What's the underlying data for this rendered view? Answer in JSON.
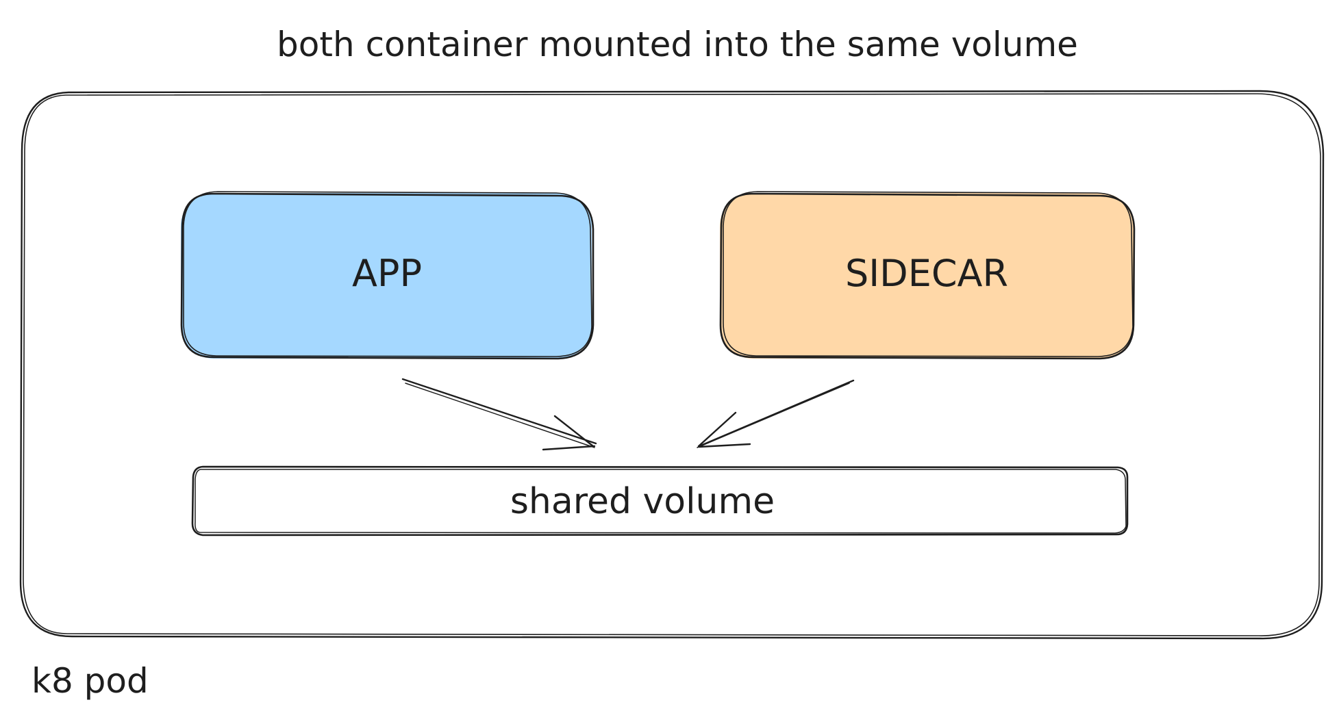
{
  "diagram": {
    "title": "both container mounted into the same volume",
    "pod_label": "k8 pod",
    "app_label": "APP",
    "sidecar_label": "SIDECAR",
    "volume_label": "shared volume"
  },
  "colors": {
    "app_fill": "#a5d8ff",
    "sidecar_fill": "#ffd8a8",
    "stroke": "#1e1e1e",
    "background": "#ffffff"
  }
}
